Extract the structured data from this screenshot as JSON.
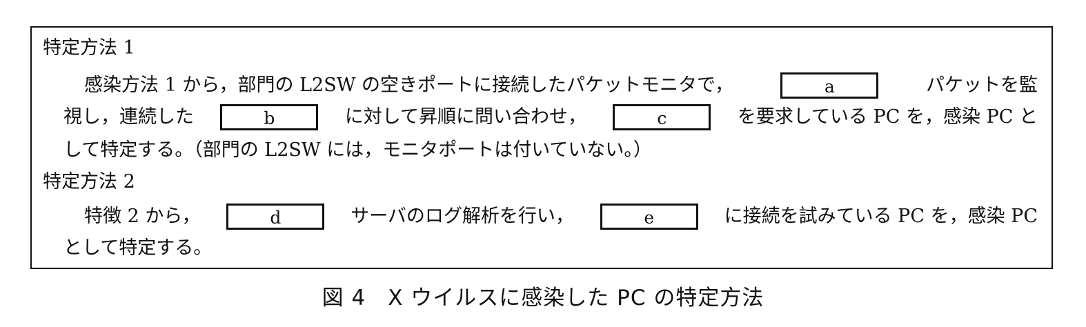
{
  "method1": {
    "heading": "特定方法 1",
    "line1": [
      "感染方法 1 から，部門の L2SW の空きポートに接続したパケットモニタで，",
      "a",
      "パケットを監"
    ],
    "line2": [
      "視し，連続した",
      "b",
      "に対して昇順に問い合わせ，",
      "c",
      "を要求している PC を，感染 PC と"
    ],
    "line3": "して特定する。（部門の L2SW には，モニタポートは付いていない。）"
  },
  "method2": {
    "heading": "特定方法 2",
    "line1": [
      "特徴 2 から，",
      "d",
      "サーバのログ解析を行い，",
      "e",
      "に接続を試みている PC を，感染 PC"
    ],
    "line2": "として特定する。"
  },
  "caption": "図 4　X ウイルスに感染した PC の特定方法"
}
